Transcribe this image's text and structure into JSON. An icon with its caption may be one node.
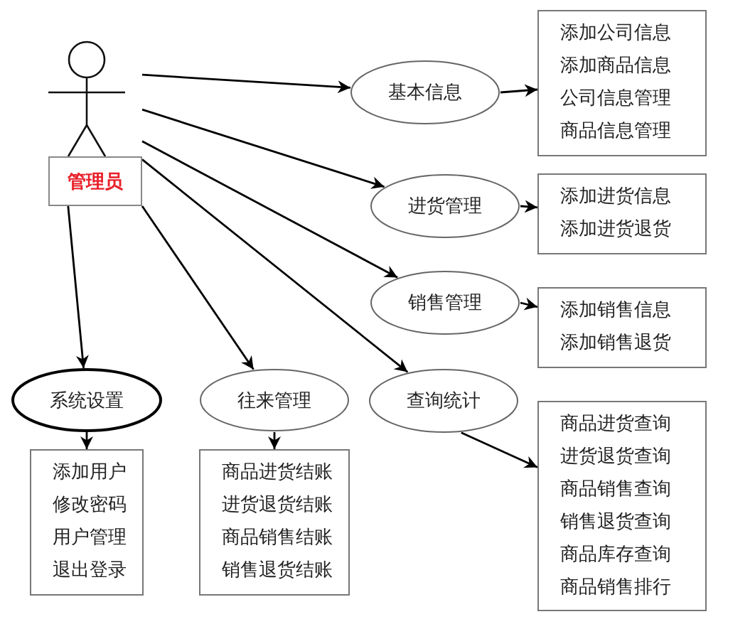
{
  "diagram": {
    "nodes": [
      {
        "text": [
          "管理员"
        ]
      },
      {
        "text": [
          "基本信息"
        ]
      },
      {
        "text": [
          "添加公司信息",
          "添加商品信息",
          "公司信息管理",
          "商品信息管理"
        ]
      },
      {
        "text": [
          "进货管理"
        ]
      },
      {
        "text": [
          "添加进货信息",
          "添加进货退货"
        ]
      },
      {
        "text": [
          "销售管理"
        ]
      },
      {
        "text": [
          "添加销售信息",
          "添加销售退货"
        ]
      },
      {
        "text": [
          "系统设置"
        ]
      },
      {
        "text": [
          "添加用户",
          "修改密码",
          "用户管理",
          "退出登录"
        ]
      },
      {
        "text": [
          "往来管理"
        ]
      },
      {
        "text": [
          "商品进货结账",
          "进货退货结账",
          "商品销售结账",
          "销售退货结账"
        ]
      },
      {
        "text": [
          "查询统计"
        ]
      },
      {
        "text": [
          "商品进货查询",
          "进货退货查询",
          "商品销售查询",
          "销售退货查询",
          "商品库存查询",
          "商品销售排行"
        ]
      }
    ],
    "edges": [
      {
        "from": 0,
        "to": 1,
        "arrow": "to"
      },
      {
        "from": 0,
        "to": 3,
        "arrow": "to"
      },
      {
        "from": 0,
        "to": 5,
        "arrow": "to"
      },
      {
        "from": 0,
        "to": 11,
        "arrow": "to"
      },
      {
        "from": 0,
        "to": 7,
        "arrow": "to"
      },
      {
        "from": 0,
        "to": 9,
        "arrow": "to"
      },
      {
        "from": 1,
        "to": 2,
        "arrow": "to"
      },
      {
        "from": 3,
        "to": 4,
        "arrow": "to"
      },
      {
        "from": 5,
        "to": 6,
        "arrow": "to"
      },
      {
        "from": 11,
        "to": 12,
        "arrow": "to"
      },
      {
        "from": 7,
        "to": 8,
        "arrow": "to"
      },
      {
        "from": 9,
        "to": 10,
        "arrow": "to"
      }
    ]
  }
}
